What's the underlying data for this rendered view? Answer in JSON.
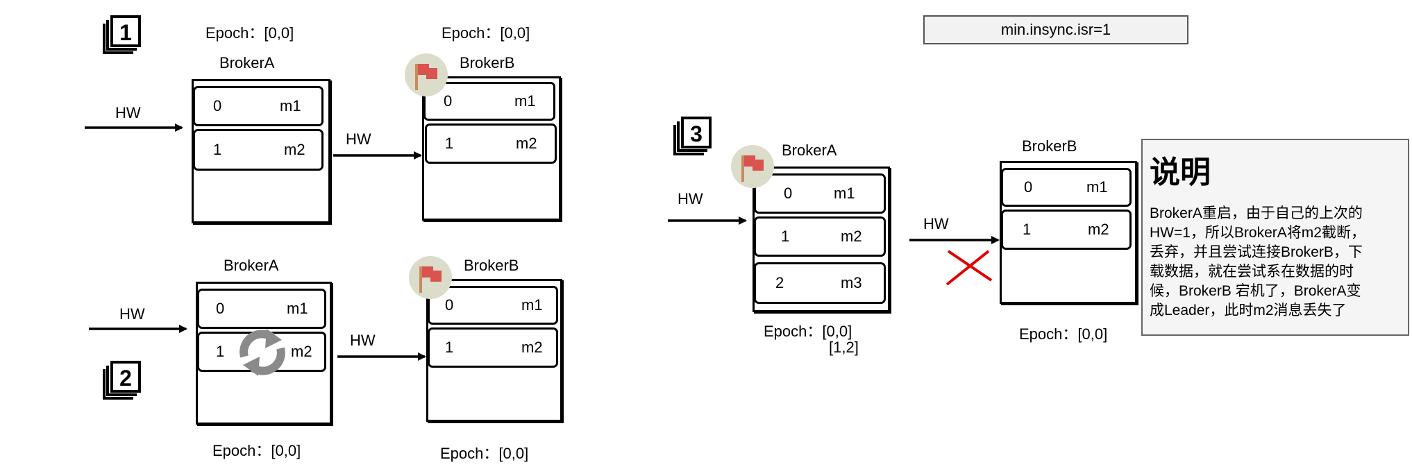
{
  "config": {
    "label": "min.insync.isr=1"
  },
  "steps": [
    "1",
    "2",
    "3"
  ],
  "hw_label": "HW",
  "panel1": {
    "a": {
      "name": "BrokerA",
      "epoch": "Epoch：[0,0]",
      "rows": [
        {
          "offset": "0",
          "msg": "m1"
        },
        {
          "offset": "1",
          "msg": "m2"
        }
      ]
    },
    "b": {
      "name": "BrokerB",
      "epoch": "Epoch：[0,0]",
      "rows": [
        {
          "offset": "0",
          "msg": "m1"
        },
        {
          "offset": "1",
          "msg": "m2"
        }
      ]
    }
  },
  "panel2": {
    "a": {
      "name": "BrokerA",
      "epoch": "Epoch：[0,0]",
      "rows": [
        {
          "offset": "0",
          "msg": "m1"
        },
        {
          "offset": "1",
          "msg": "m2"
        }
      ]
    },
    "b": {
      "name": "BrokerB",
      "epoch": "Epoch：[0,0]",
      "rows": [
        {
          "offset": "0",
          "msg": "m1"
        },
        {
          "offset": "1",
          "msg": "m2"
        }
      ]
    }
  },
  "panel3": {
    "a": {
      "name": "BrokerA",
      "epoch": "Epoch：[0,0]",
      "epoch2": "[1,2]",
      "rows": [
        {
          "offset": "0",
          "msg": "m1"
        },
        {
          "offset": "1",
          "msg": "m2"
        },
        {
          "offset": "2",
          "msg": "m3"
        }
      ]
    },
    "b": {
      "name": "BrokerB",
      "epoch": "Epoch：[0,0]",
      "rows": [
        {
          "offset": "0",
          "msg": "m1"
        },
        {
          "offset": "1",
          "msg": "m2"
        }
      ]
    }
  },
  "note": {
    "title": "说明",
    "lines": [
      "BrokerA重启，由于自己的上次的",
      "HW=1，所以BrokerA将m2截断，",
      "丢弃，并且尝试连接BrokerB，下",
      "载数据，就在尝试系在数据的时",
      "候，BrokerB 宕机了，BrokerA变",
      "成Leader，此时m2消息丢失了"
    ]
  },
  "colors": {
    "flag_red": "#d9534f",
    "cross_red": "#e00000",
    "sync_gray": "#8a8a8a"
  }
}
